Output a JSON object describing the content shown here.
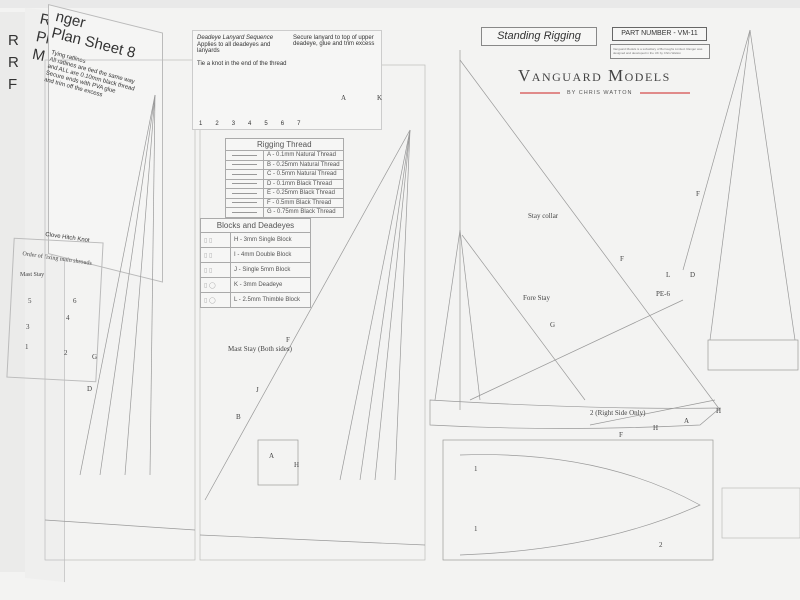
{
  "left_pages": {
    "back_tabs": [
      "R",
      "R",
      "F",
      "Ra",
      "Pl",
      "M"
    ],
    "front_title_line1": "nger",
    "front_title_line2": "Plan Sheet 8",
    "notes": [
      "Tying ratlines",
      "All ratlines are tied the same way",
      "and ALL are 0.10mm black thread",
      "Secure ends with PVA glue",
      "and trim off the excess"
    ],
    "clove_hitch_caption": "Clove Hitch Knot",
    "shroud_order_title": "Order of fixing main shrouds",
    "mast_stay": "Mast Stay",
    "shroud_numbers": [
      "1",
      "2",
      "3",
      "4",
      "5",
      "6"
    ]
  },
  "lanyard": {
    "title": "Deadeye Lanyard Sequence",
    "subtitle": "Applies to all deadeyes and lanyards",
    "knot_note": "Tie a knot in the end of the thread",
    "secure_note": "Secure lanyard to top of upper deadeye, glue and trim excess",
    "steps": [
      "1",
      "2",
      "3",
      "4",
      "5",
      "6",
      "7"
    ],
    "label_a": "A",
    "label_k": "K"
  },
  "rigging_thread": {
    "title": "Rigging Thread",
    "items": [
      "A - 0.1mm Natural Thread",
      "B - 0.25mm Natural Thread",
      "C - 0.5mm Natural Thread",
      "D - 0.1mm Black Thread",
      "E - 0.25mm Black Thread",
      "F - 0.5mm Black Thread",
      "G - 0.75mm Black Thread"
    ]
  },
  "blocks": {
    "title": "Blocks and Deadeyes",
    "items": [
      "H - 3mm Single Block",
      "I - 4mm Double Block",
      "J - Single 5mm Block",
      "K - 3mm Deadeye",
      "L - 2.5mm Thimble Block"
    ]
  },
  "header": {
    "sheet_title": "Standing Rigging",
    "part_number": "PART NUMBER - VM-11",
    "notice": "Vanguard Models is a subsidiary of Burroughs Limited. Ranger was designed and developed in the UK by Chris Watton",
    "brand": "Vanguard Models",
    "brand_sub": "BY CHRIS WATTON",
    "brand_color": "#b0252a"
  },
  "labels": {
    "mast_stay_both": "Mast Stay (Both sides)",
    "stay_collar": "Stay collar",
    "fore_stay": "Fore Stay",
    "right_side_only": "2 (Right Side Only)",
    "pe6": "PE-6",
    "letters": {
      "F": "F",
      "G": "G",
      "D": "D",
      "J": "J",
      "B": "B",
      "A": "A",
      "H": "H",
      "L": "L",
      "one": "1",
      "two": "2"
    }
  }
}
